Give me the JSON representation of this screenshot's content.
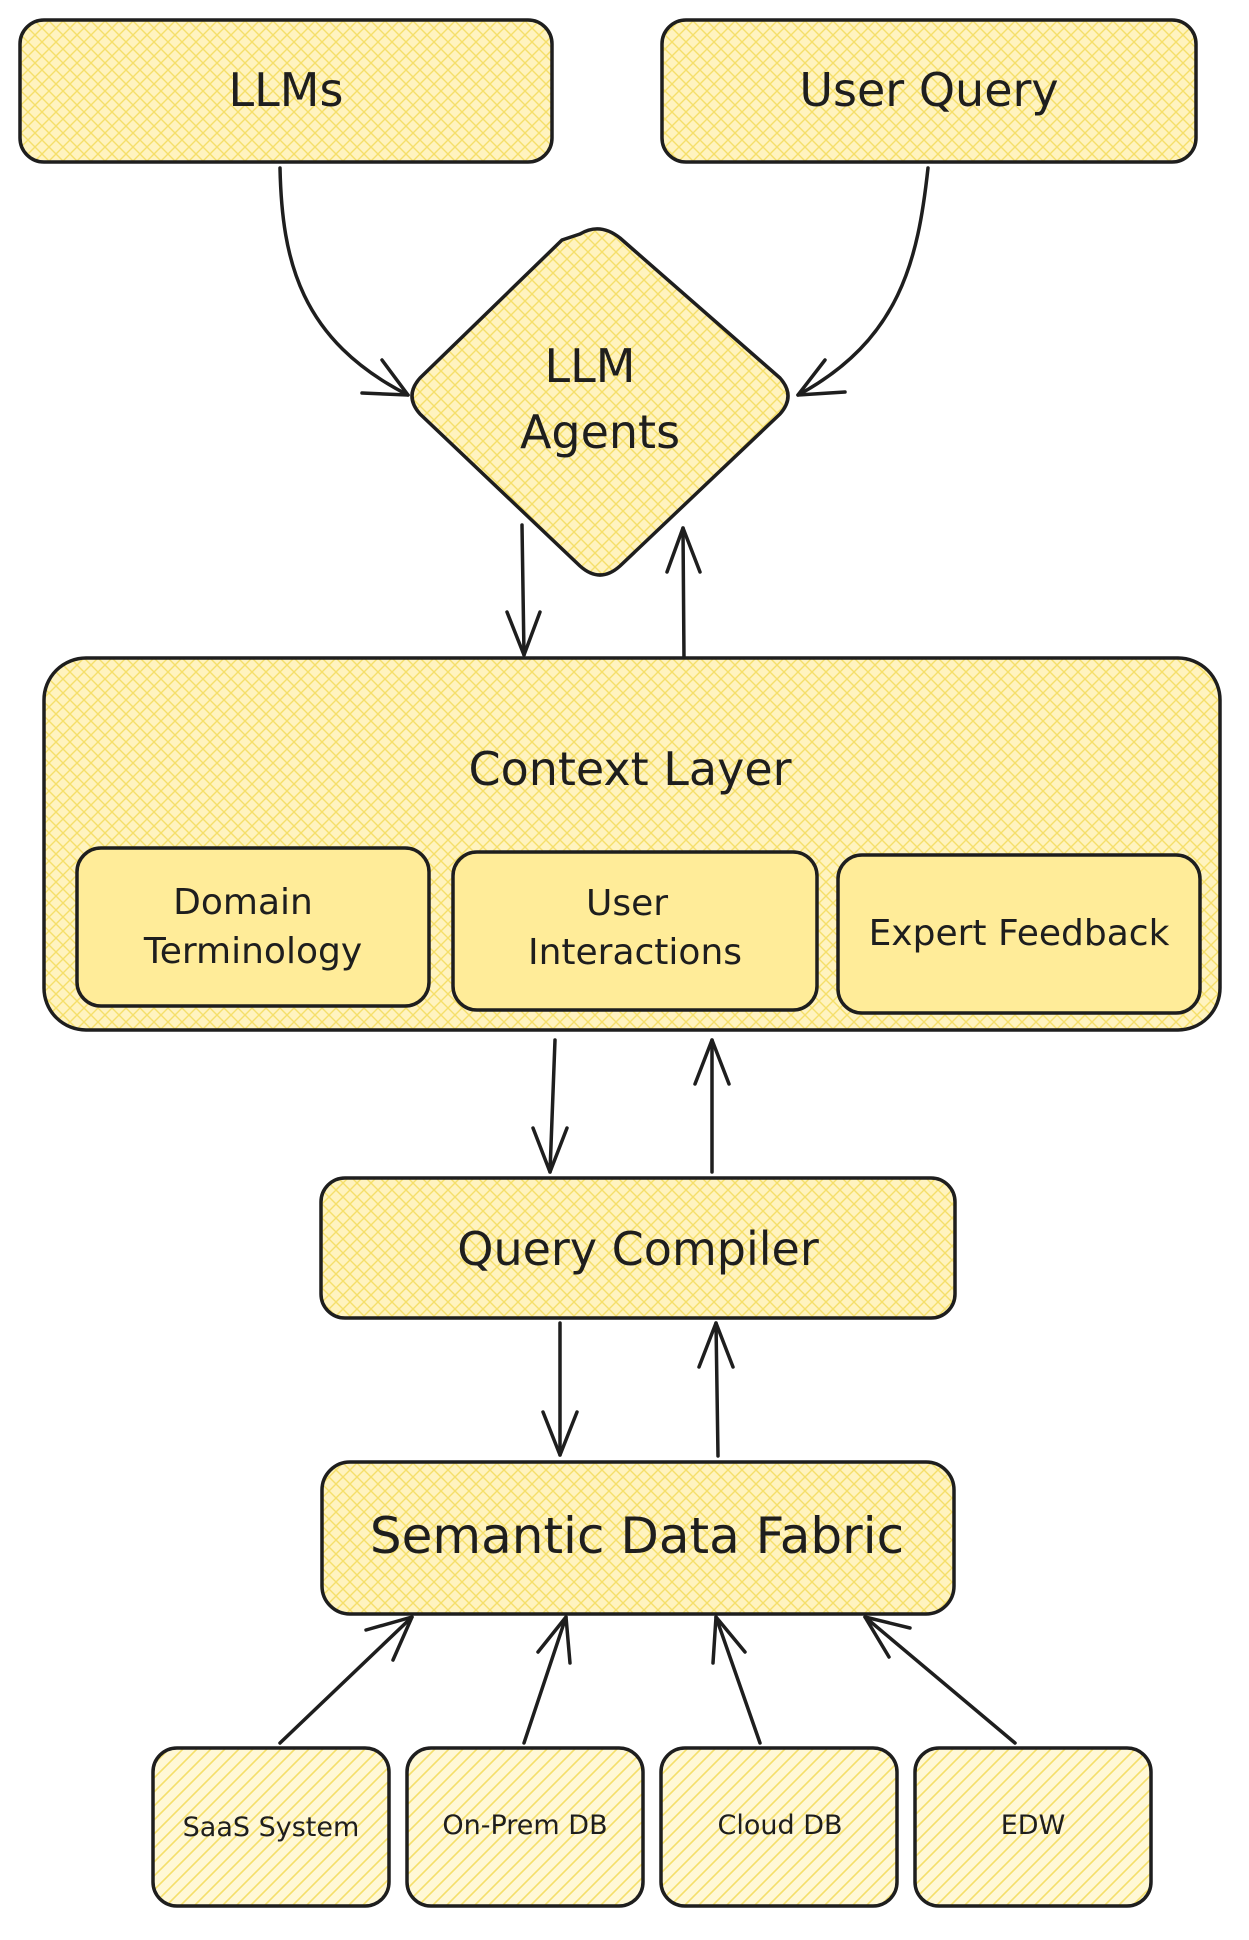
{
  "colors": {
    "node_fill": "#fff3bf",
    "node_hatch": "#f5df6a",
    "sub_node_fill": "#ffec99",
    "stroke": "#1e1e1e",
    "background": "#ffffff"
  },
  "nodes": {
    "llms": "LLMs",
    "user_query": "User Query",
    "llm_agents_line1": "LLM",
    "llm_agents_line2": "Agents",
    "context_layer": "Context Layer",
    "domain_terminology_line1": "Domain",
    "domain_terminology_line2": "Terminology",
    "user_interactions_line1": "User",
    "user_interactions_line2": "Interactions",
    "expert_feedback": "Expert Feedback",
    "query_compiler": "Query Compiler",
    "semantic_data_fabric": "Semantic Data Fabric",
    "saas_system": "SaaS System",
    "on_prem_db": "On-Prem DB",
    "cloud_db": "Cloud DB",
    "edw": "EDW"
  }
}
